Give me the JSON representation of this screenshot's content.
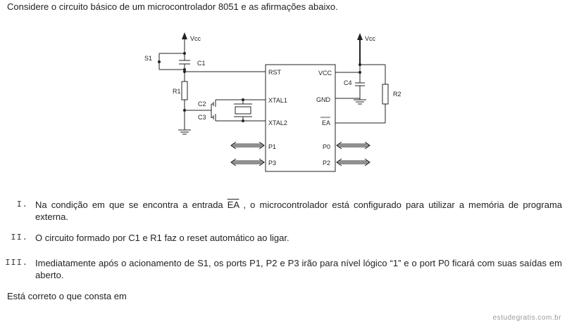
{
  "intro": "Considere o circuito básico de um microcontrolador 8051 e as afirmações abaixo.",
  "circuit": {
    "vcc_left": "Vcc",
    "vcc_right": "Vcc",
    "s1": "S1",
    "c1": "C1",
    "r1": "R1",
    "c2": "C2",
    "c3": "C3",
    "c4": "C4",
    "r2": "R2",
    "pins_left": [
      "RST",
      "XTAL1",
      "XTAL2",
      "P1",
      "P3"
    ],
    "pins_right": [
      "VCC",
      "GND",
      "EA",
      "P0",
      "P2"
    ]
  },
  "items": [
    {
      "roman": "I.",
      "text_before": "Na condição em que se encontra a entrada ",
      "ea": "EA",
      "text_after": " , o microcontrolador está configurado para utilizar a memória de programa externa."
    },
    {
      "roman": "II.",
      "text": "O circuito formado por C1 e R1 faz o reset automático ao ligar."
    },
    {
      "roman": "III.",
      "text": "Imediatamente após o acionamento de S1, os ports P1, P2 e P3 irão para nível lógico “1” e o port P0 ficará com suas saídas em aberto."
    }
  ],
  "question": "Está correto o que consta em",
  "watermark": "estudegratis.com.br"
}
